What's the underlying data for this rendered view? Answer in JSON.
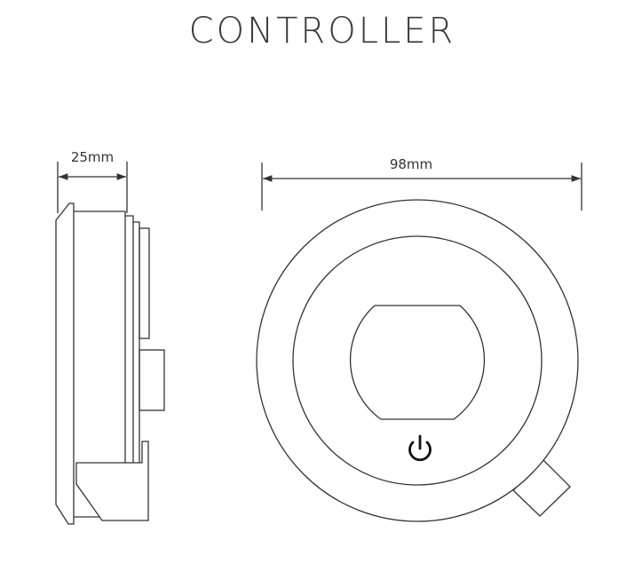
{
  "title": "CONTROLLER",
  "side_view": {
    "depth_label": "25mm"
  },
  "front_view": {
    "width_label": "98mm",
    "power_icon": "power-icon"
  }
}
